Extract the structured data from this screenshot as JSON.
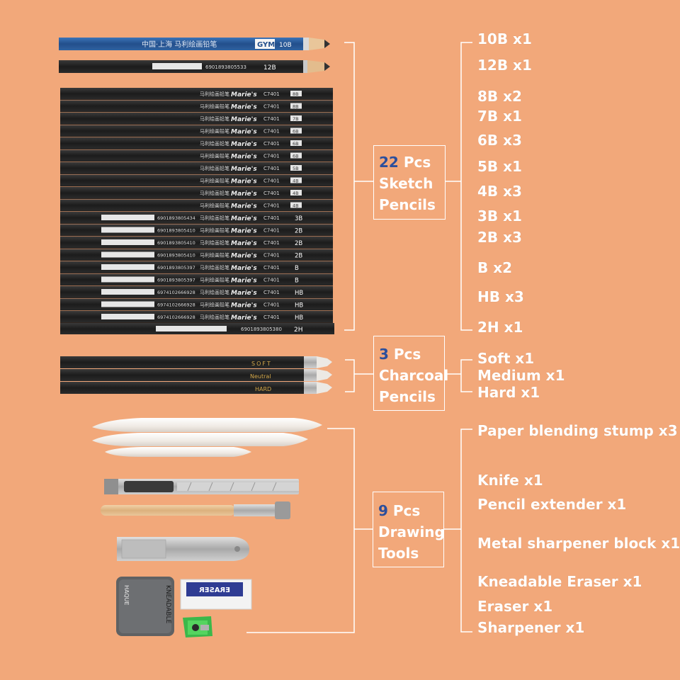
{
  "colors": {
    "background": "#f2a87a",
    "bracket": "#ffffff",
    "label_text": "#ffffff",
    "count_accent": "#2c4f9c",
    "pencil_black": "#262626",
    "pencil_blue": "#2a5d9f",
    "sharpener_green": "#3bb84a"
  },
  "categories": [
    {
      "count": "22",
      "line1": "Pcs",
      "line2": "Sketch",
      "line3": "Pencils"
    },
    {
      "count": "3",
      "line1": "Pcs",
      "line2": "Charcoal",
      "line3": "Pencils"
    },
    {
      "count": "9",
      "line1": "Pcs",
      "line2": "Drawing",
      "line3": "Tools"
    }
  ],
  "sketch_items": [
    "10B x1",
    "12B x1",
    "8B x2",
    "7B x1",
    "6B x3",
    "5B x1",
    "4B x3",
    "3B x1",
    "2B x3",
    "B x2",
    "HB x3",
    "2H x1"
  ],
  "charcoal_items": [
    "Soft x1",
    "Medium x1",
    "Hard x1"
  ],
  "tool_items": [
    "Paper blending stump x3",
    "Knife x1",
    "Pencil extender  x1",
    "Metal sharpener block x1",
    "Kneadable Eraser x1",
    "Eraser x1",
    "Sharpener x1"
  ],
  "pencil_prints": {
    "pencil_10b_text": "中国·上海  马利绘画铅笔",
    "pencil_10b_brand": "GYM",
    "pencil_10b_grade": "10B",
    "pencil_12b_code": "6901893805533",
    "pencil_12b_grade": "12B",
    "brand": "Marie's",
    "series": "C7401",
    "chinese_name": "马利绘画铅笔",
    "rows": [
      {
        "grade": "8B",
        "code": ""
      },
      {
        "grade": "8B",
        "code": ""
      },
      {
        "grade": "7B",
        "code": ""
      },
      {
        "grade": "6B",
        "code": ""
      },
      {
        "grade": "6B",
        "code": ""
      },
      {
        "grade": "6B",
        "code": ""
      },
      {
        "grade": "5B",
        "code": ""
      },
      {
        "grade": "4B",
        "code": ""
      },
      {
        "grade": "4B",
        "code": ""
      },
      {
        "grade": "4B",
        "code": ""
      },
      {
        "grade": "3B",
        "code": "6901893805434"
      },
      {
        "grade": "2B",
        "code": "6901893805410"
      },
      {
        "grade": "2B",
        "code": "6901893805410"
      },
      {
        "grade": "2B",
        "code": "6901893805410"
      },
      {
        "grade": "B",
        "code": "6901893805397"
      },
      {
        "grade": "B",
        "code": "6901893805397"
      },
      {
        "grade": "HB",
        "code": "6974102666928"
      },
      {
        "grade": "HB",
        "code": "6974102666928"
      },
      {
        "grade": "HB",
        "code": "6974102666928"
      }
    ],
    "pencil_2h_code": "6901893805380",
    "pencil_2h_grade": "2H",
    "charcoal_soft": "SOFT",
    "charcoal_neutral": "Neutral",
    "charcoal_hard": "HARD"
  },
  "eraser_prints": {
    "eraser_label": "ERASER",
    "kneadable_word": "KNEADABLE",
    "kneadable_brand": "HAQUE"
  }
}
